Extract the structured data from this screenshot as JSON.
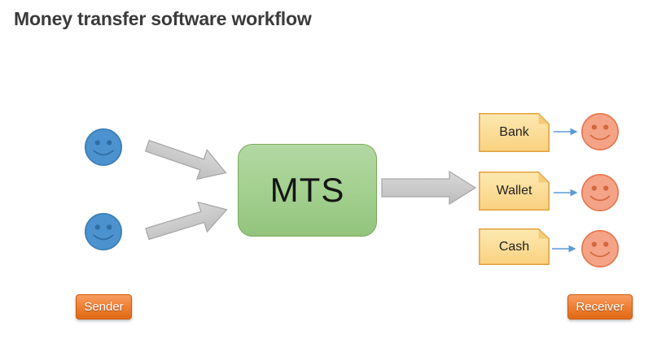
{
  "title": "Money transfer software workflow",
  "hub": {
    "label": "MTS"
  },
  "senders": {
    "badge_label": "Sender",
    "count": 2,
    "icon": "smiley-face-icon"
  },
  "receivers": {
    "badge_label": "Receiver",
    "count": 3,
    "icon": "smiley-face-icon"
  },
  "channels": [
    {
      "label": "Bank"
    },
    {
      "label": "Wallet"
    },
    {
      "label": "Cash"
    }
  ],
  "flows": [
    {
      "from": "sender-1",
      "to": "MTS",
      "icon": "block-arrow-right-icon"
    },
    {
      "from": "sender-2",
      "to": "MTS",
      "icon": "block-arrow-right-icon"
    },
    {
      "from": "MTS",
      "to": "channels",
      "icon": "block-arrow-right-icon"
    },
    {
      "from": "Bank",
      "to": "receiver-1",
      "icon": "thin-arrow-right-icon"
    },
    {
      "from": "Wallet",
      "to": "receiver-2",
      "icon": "thin-arrow-right-icon"
    },
    {
      "from": "Cash",
      "to": "receiver-3",
      "icon": "thin-arrow-right-icon"
    }
  ],
  "colors": {
    "title_text": "#3A3A3A",
    "sender_face_fill": "#4B92CF",
    "sender_face_border": "#3C7DB4",
    "receiver_face_fill": "#F5A386",
    "receiver_face_border": "#E5764E",
    "hub_fill_top": "#B2D8A3",
    "hub_fill_bottom": "#93C47D",
    "hub_border": "#7AAA5B",
    "channel_fill_top": "#FCE4A4",
    "channel_fill_bottom": "#FAD17F",
    "channel_border": "#E2A13C",
    "big_arrow_fill": "#C9C9C9",
    "big_arrow_border": "#A8A8A8",
    "thin_arrow": "#5B9BD5",
    "badge_fill": "#ED7D31",
    "badge_text": "#FFFFFF"
  }
}
